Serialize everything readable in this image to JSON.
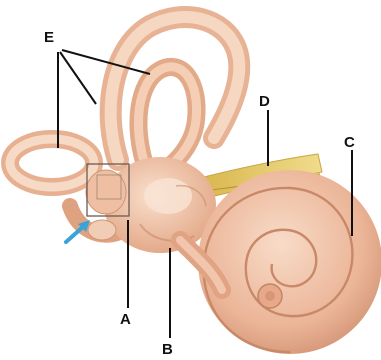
{
  "labels": {
    "e": "E",
    "d": "D",
    "c": "C",
    "a": "A",
    "b": "B"
  },
  "colors": {
    "tissue_light": "#f6d9c4",
    "tissue_mid": "#eab99a",
    "tissue_dark": "#c98c6c",
    "nerve": "#e8cf72",
    "leader_line": "#111111",
    "pointer_arrow": "#3aa3d8",
    "inset_box": "#6b5a52"
  }
}
